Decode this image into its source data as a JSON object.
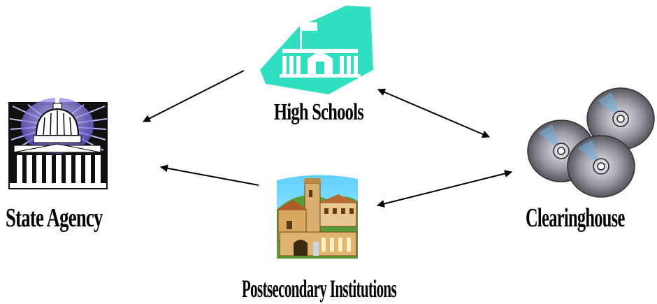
{
  "nodes": {
    "high_schools": {
      "label": "High Schools",
      "icon": "school-building-icon"
    },
    "state_agency": {
      "label": "State Agency",
      "icon": "capitol-dome-icon"
    },
    "clearinghouse": {
      "label": "Clearinghouse",
      "icon": "compact-discs-icon"
    },
    "postsecondary": {
      "label": "Postsecondary Institutions",
      "icon": "castle-campus-icon"
    }
  },
  "edges": [
    {
      "from": "High Schools",
      "to": "State Agency",
      "direction": "one-way"
    },
    {
      "from": "Postsecondary Institutions",
      "to": "State Agency",
      "direction": "one-way"
    },
    {
      "from": "High Schools",
      "to": "Clearinghouse",
      "direction": "two-way"
    },
    {
      "from": "Postsecondary Institutions",
      "to": "Clearinghouse",
      "direction": "two-way"
    }
  ],
  "colors": {
    "school_icon_bg": "#2ee0c0",
    "capitol_glow": "#8a7ee8",
    "disc_gray": "#8e8e96",
    "arrow": "#000000"
  }
}
